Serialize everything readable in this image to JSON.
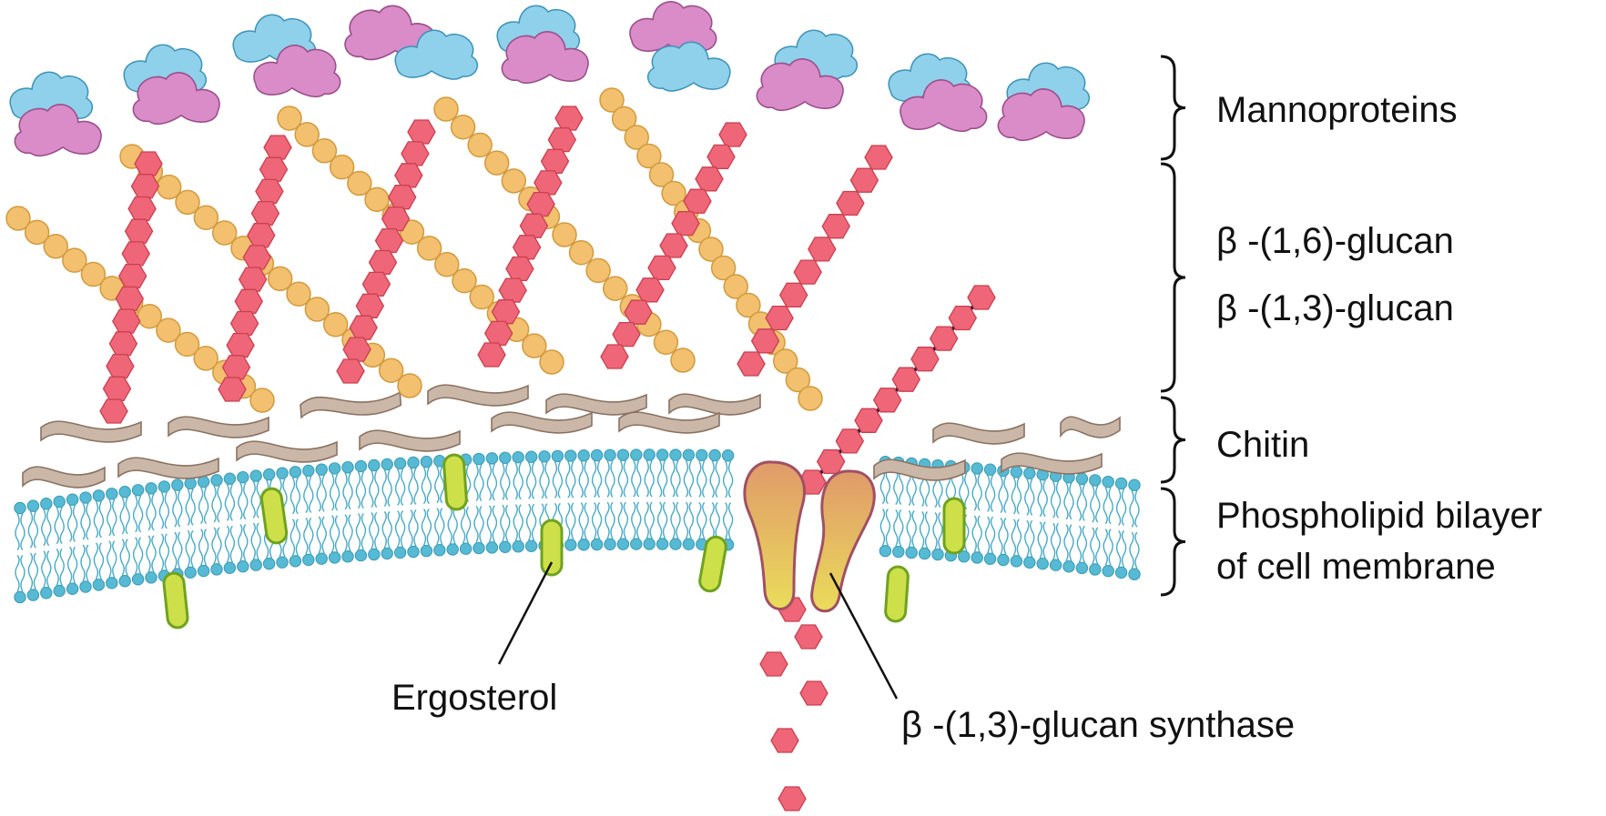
{
  "labels": {
    "mannoproteins": "Mannoproteins",
    "beta16": "β -(1,6)-glucan",
    "beta13": "β -(1,3)-glucan",
    "chitin": "Chitin",
    "bilayer_line1": "Phospholipid bilayer",
    "bilayer_line2": "of cell membrane",
    "ergosterol": "Ergosterol",
    "synthase": "β -(1,3)-glucan synthase"
  },
  "colors": {
    "mannoprotein_blue": "#8fd0ea",
    "mannoprotein_pink": "#d98cc8",
    "beta16_bead": "#f2c06e",
    "beta13_bead": "#ee6677",
    "chitin": "#cbb7a8",
    "lipid_head": "#56bad4",
    "ergosterol": "#cde04a",
    "synthase": "#e8b070"
  },
  "icons": {
    "mannoprotein": "mannoprotein-blob-icon",
    "beta16_chain": "beta-1-6-glucan-chain-icon",
    "beta13_chain": "beta-1-3-glucan-chain-icon",
    "chitin": "chitin-fiber-icon",
    "lipid": "phospholipid-icon",
    "ergosterol": "ergosterol-capsule-icon",
    "synthase": "glucan-synthase-icon"
  }
}
